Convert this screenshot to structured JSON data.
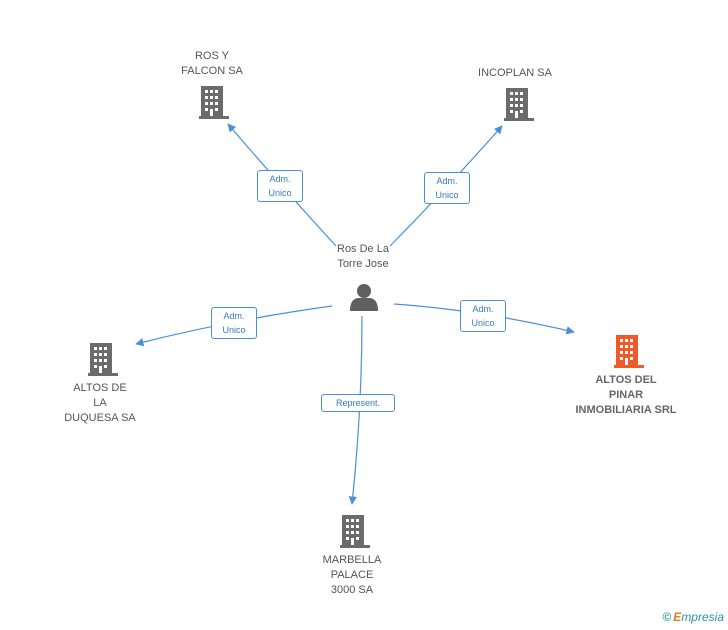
{
  "center": {
    "label": "Ros De La\nTorre Jose"
  },
  "companies": {
    "ros_falcon": {
      "label": "ROS Y\nFALCON SA"
    },
    "incoplan": {
      "label": "INCOPLAN SA"
    },
    "altos_duquesa": {
      "label": "ALTOS DE\nLA\nDUQUESA SA"
    },
    "altos_pinar": {
      "label": "ALTOS DEL\nPINAR\nINMOBILIARIA SRL"
    },
    "marbella": {
      "label": "MARBELLA\nPALACE\n3000 SA"
    }
  },
  "edges": {
    "ros_falcon": "Adm.\nUnico",
    "incoplan": "Adm.\nUnico",
    "altos_duquesa": "Adm.\nUnico",
    "altos_pinar": "Adm.\nUnico",
    "marbella": "Represent."
  },
  "colors": {
    "edge": "#4a90d9",
    "building": "#6b6b6b",
    "highlight": "#f05a28",
    "person": "#5f5f5f"
  },
  "brand": {
    "symbol": "©",
    "first": "E",
    "rest": "mpresia"
  }
}
